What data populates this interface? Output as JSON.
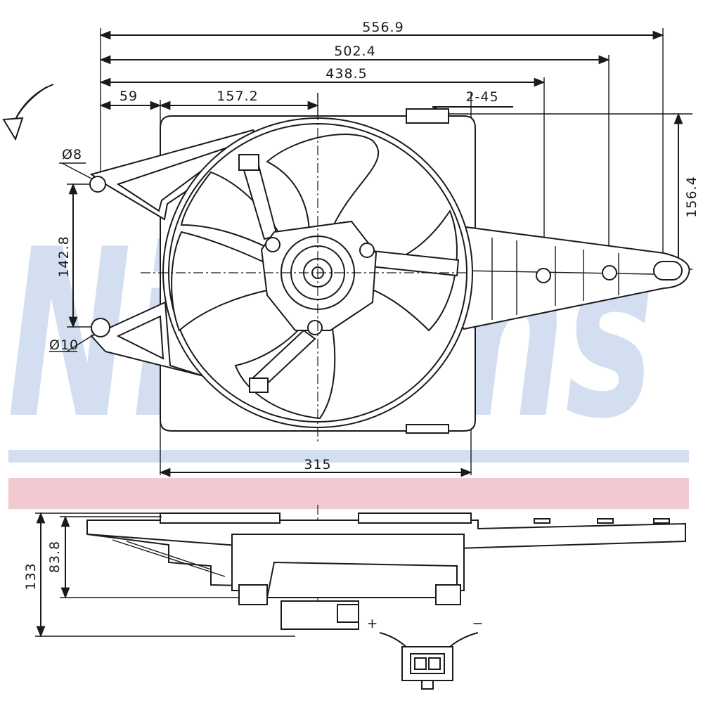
{
  "watermark": {
    "brand": "Nissens",
    "blue_color": "#d3dff0",
    "pink_color": "#f2c9d1"
  },
  "dimensions": {
    "overall_width": "556.9",
    "mount_width": "502.4",
    "slot_width": "438.5",
    "offset_left": "59",
    "to_center": "157.2",
    "connector": "2-45",
    "height_right": "156.4",
    "hole_spacing": "142.8",
    "hole_upper": "Ø8",
    "hole_lower": "Ø10",
    "frame_width": "315",
    "total_depth": "133",
    "motor_depth": "83.8"
  },
  "terminals": {
    "positive": "+",
    "negative": "−"
  },
  "icons": {
    "rotation": "rotation-arrow-icon"
  }
}
